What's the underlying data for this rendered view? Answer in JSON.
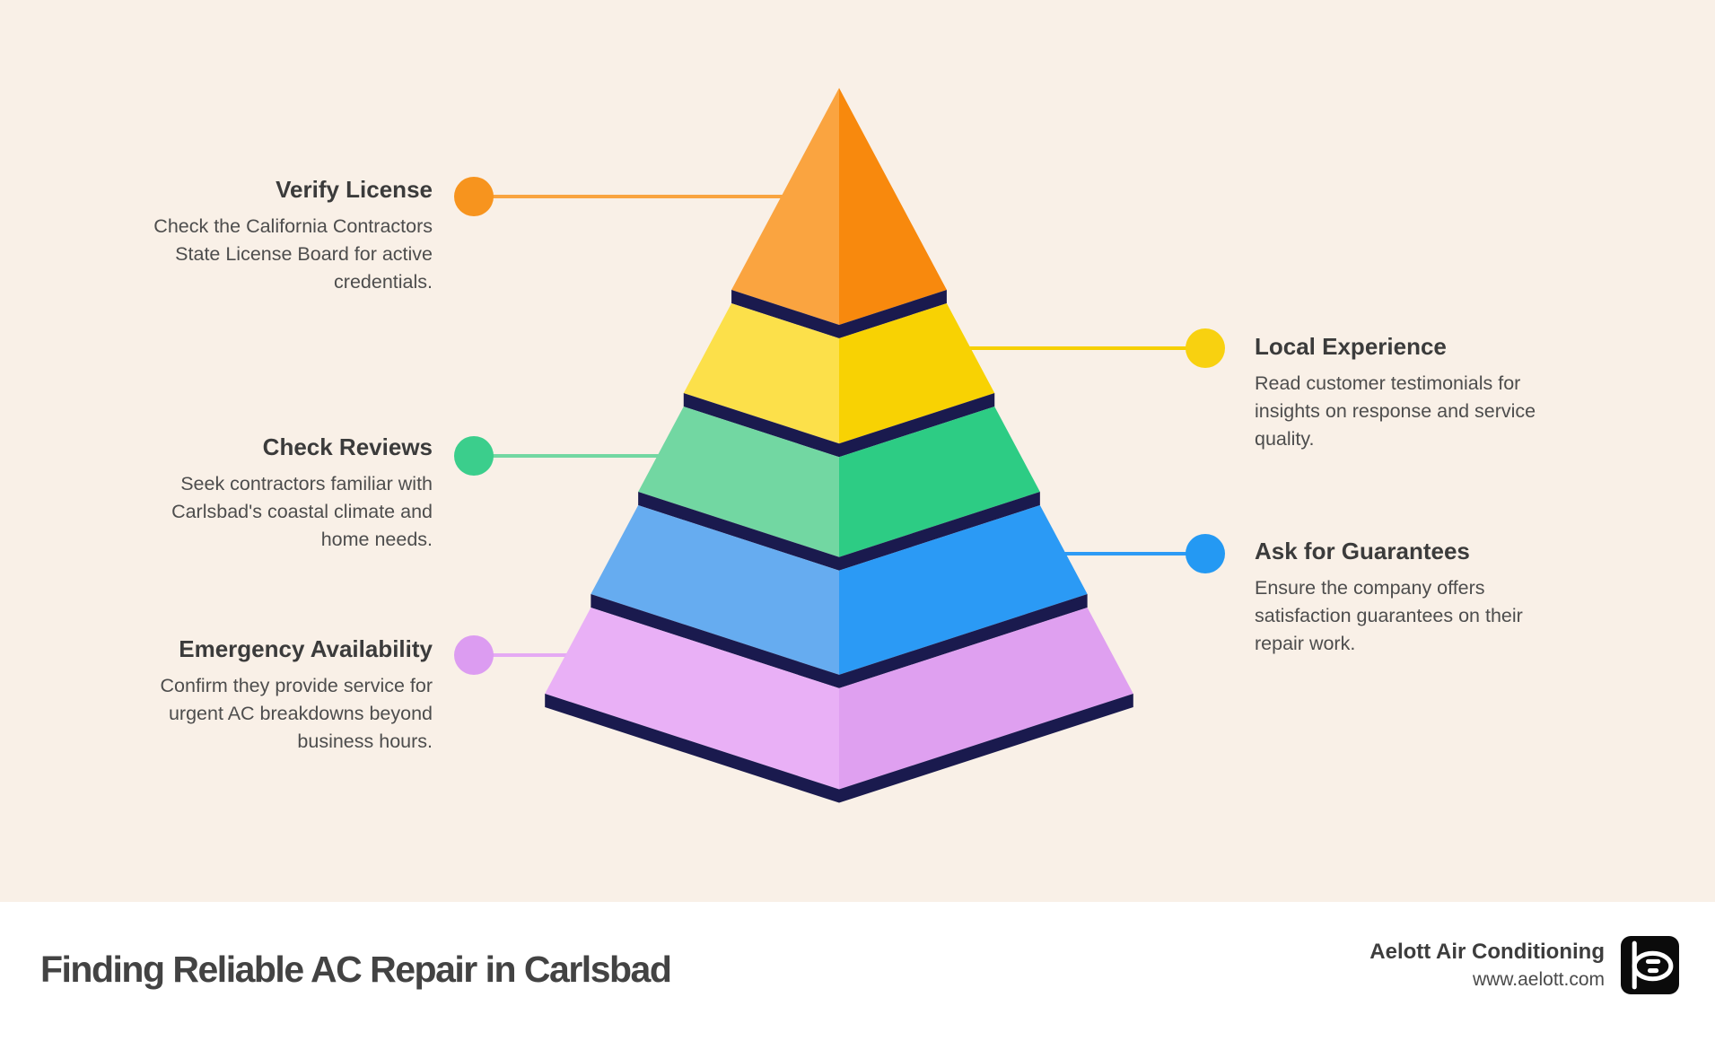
{
  "background": {
    "page": "#F9F0E7",
    "footer": "#FFFFFF"
  },
  "items": [
    {
      "id": "verify-license",
      "side": "left",
      "title": "Verify License",
      "lines": [
        "Check the California Contractors",
        "State License Board for active",
        "credentials."
      ],
      "color": "#F7941E",
      "line_color": "#F9A440"
    },
    {
      "id": "local-experience",
      "side": "right",
      "title": "Local Experience",
      "lines": [
        "Read customer testimonials for",
        "insights on response and service",
        "quality."
      ],
      "color": "#F8D110",
      "line_color": "#F6D002"
    },
    {
      "id": "check-reviews",
      "side": "left",
      "title": "Check Reviews",
      "lines": [
        "Seek contractors familiar with",
        "Carlsbad's coastal climate and",
        "home needs."
      ],
      "color": "#3BCE8C",
      "line_color": "#72D7A2"
    },
    {
      "id": "ask-for-guarantees",
      "side": "right",
      "title": "Ask for Guarantees",
      "lines": [
        "Ensure the company offers",
        "satisfaction guarantees on their",
        "repair work."
      ],
      "color": "#2499F3",
      "line_color": "#2D9BF5"
    },
    {
      "id": "emergency-availability",
      "side": "left",
      "title": "Emergency Availability",
      "lines": [
        "Confirm they provide service for",
        "urgent AC breakdowns beyond",
        "business hours."
      ],
      "color": "#DC9CF1",
      "line_color": "#E5AAF4"
    }
  ],
  "pyramid": {
    "separator_color": "#1A1A4E",
    "levels": [
      {
        "name": "verify-license",
        "left": "#FAA440",
        "right": "#F8890D"
      },
      {
        "name": "local-experience",
        "left": "#FCE04A",
        "right": "#F8D203"
      },
      {
        "name": "check-reviews",
        "left": "#72D7A2",
        "right": "#2DCC84"
      },
      {
        "name": "ask-for-guarantees",
        "left": "#66ACF0",
        "right": "#2B9AF5"
      },
      {
        "name": "emergency-availability",
        "left": "#E9B0F6",
        "right": "#DFA0F0"
      }
    ]
  },
  "footer": {
    "title": "Finding Reliable AC Repair in Carlsbad",
    "brand": "Aelott Air Conditioning",
    "website": "www.aelott.com"
  }
}
